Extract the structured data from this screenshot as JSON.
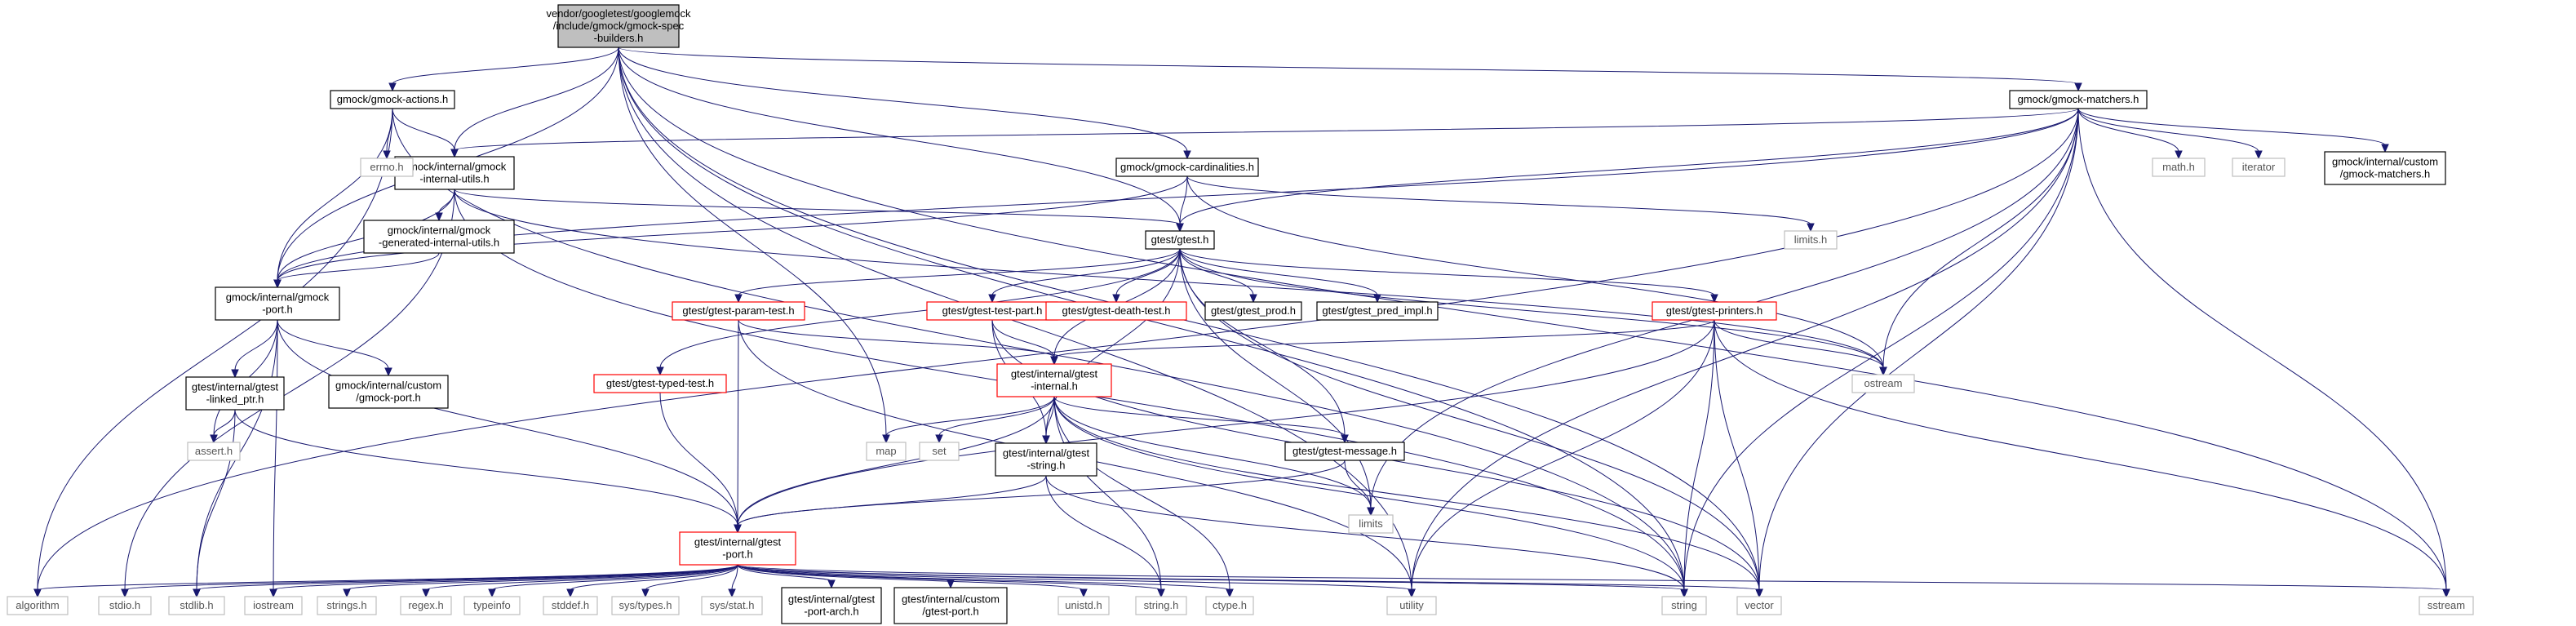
{
  "nodes": [
    {
      "id": "root",
      "lines": [
        "vendor/googletest/googlemock",
        "/include/gmock/gmock-spec",
        "-builders.h"
      ],
      "kind": "root"
    },
    {
      "id": "actions",
      "lines": [
        "gmock/gmock-actions.h"
      ],
      "kind": "doc"
    },
    {
      "id": "matchers",
      "lines": [
        "gmock/gmock-matchers.h"
      ],
      "kind": "doc"
    },
    {
      "id": "internal_utils",
      "lines": [
        "gmock/internal/gmock",
        "-internal-utils.h"
      ],
      "kind": "doc"
    },
    {
      "id": "cardinalities",
      "lines": [
        "gmock/gmock-cardinalities.h"
      ],
      "kind": "doc"
    },
    {
      "id": "gen_internal_utils",
      "lines": [
        "gmock/internal/gmock",
        "-generated-internal-utils.h"
      ],
      "kind": "doc"
    },
    {
      "id": "gtest_h",
      "lines": [
        "gtest/gtest.h"
      ],
      "kind": "doc"
    },
    {
      "id": "gmock_port",
      "lines": [
        "gmock/internal/gmock",
        "-port.h"
      ],
      "kind": "doc"
    },
    {
      "id": "custom_gmock_port",
      "lines": [
        "gmock/internal/custom",
        "/gmock-port.h"
      ],
      "kind": "doc"
    },
    {
      "id": "linked_ptr",
      "lines": [
        "gtest/internal/gtest",
        "-linked_ptr.h"
      ],
      "kind": "doc"
    },
    {
      "id": "param_test",
      "lines": [
        "gtest/gtest-param-test.h"
      ],
      "kind": "red"
    },
    {
      "id": "test_part",
      "lines": [
        "gtest/gtest-test-part.h"
      ],
      "kind": "red"
    },
    {
      "id": "death_test",
      "lines": [
        "gtest/gtest-death-test.h"
      ],
      "kind": "red"
    },
    {
      "id": "gtest_prod",
      "lines": [
        "gtest/gtest_prod.h"
      ],
      "kind": "doc"
    },
    {
      "id": "pred_impl",
      "lines": [
        "gtest/gtest_pred_impl.h"
      ],
      "kind": "doc"
    },
    {
      "id": "printers",
      "lines": [
        "gtest/gtest-printers.h"
      ],
      "kind": "red"
    },
    {
      "id": "typed_test",
      "lines": [
        "gtest/gtest-typed-test.h"
      ],
      "kind": "red"
    },
    {
      "id": "gtest_internal",
      "lines": [
        "gtest/internal/gtest",
        "-internal.h"
      ],
      "kind": "red"
    },
    {
      "id": "gtest_string",
      "lines": [
        "gtest/internal/gtest",
        "-string.h"
      ],
      "kind": "doc"
    },
    {
      "id": "gtest_message",
      "lines": [
        "gtest/gtest-message.h"
      ],
      "kind": "doc"
    },
    {
      "id": "gtest_port",
      "lines": [
        "gtest/internal/gtest",
        "-port.h"
      ],
      "kind": "red"
    },
    {
      "id": "port_arch",
      "lines": [
        "gtest/internal/gtest",
        "-port-arch.h"
      ],
      "kind": "doc"
    },
    {
      "id": "custom_gtest_port",
      "lines": [
        "gtest/internal/custom",
        "/gtest-port.h"
      ],
      "kind": "doc"
    },
    {
      "id": "custom_matchers",
      "lines": [
        "gmock/internal/custom",
        "/gmock-matchers.h"
      ],
      "kind": "doc"
    },
    {
      "id": "errno",
      "lines": [
        "errno.h"
      ],
      "kind": "sys"
    },
    {
      "id": "math",
      "lines": [
        "math.h"
      ],
      "kind": "sys"
    },
    {
      "id": "iterator",
      "lines": [
        "iterator"
      ],
      "kind": "sys"
    },
    {
      "id": "limits_h",
      "lines": [
        "limits.h"
      ],
      "kind": "sys"
    },
    {
      "id": "ostream",
      "lines": [
        "ostream"
      ],
      "kind": "sys"
    },
    {
      "id": "assert",
      "lines": [
        "assert.h"
      ],
      "kind": "sys"
    },
    {
      "id": "map",
      "lines": [
        "map"
      ],
      "kind": "sys"
    },
    {
      "id": "set",
      "lines": [
        "set"
      ],
      "kind": "sys"
    },
    {
      "id": "limits",
      "lines": [
        "limits"
      ],
      "kind": "sys"
    },
    {
      "id": "algorithm",
      "lines": [
        "algorithm"
      ],
      "kind": "sys"
    },
    {
      "id": "stdio",
      "lines": [
        "stdio.h"
      ],
      "kind": "sys"
    },
    {
      "id": "stdlib",
      "lines": [
        "stdlib.h"
      ],
      "kind": "sys"
    },
    {
      "id": "iostream",
      "lines": [
        "iostream"
      ],
      "kind": "sys"
    },
    {
      "id": "strings",
      "lines": [
        "strings.h"
      ],
      "kind": "sys"
    },
    {
      "id": "regex",
      "lines": [
        "regex.h"
      ],
      "kind": "sys"
    },
    {
      "id": "typeinfo",
      "lines": [
        "typeinfo"
      ],
      "kind": "sys"
    },
    {
      "id": "stddef",
      "lines": [
        "stddef.h"
      ],
      "kind": "sys"
    },
    {
      "id": "sys_types",
      "lines": [
        "sys/types.h"
      ],
      "kind": "sys"
    },
    {
      "id": "sys_stat",
      "lines": [
        "sys/stat.h"
      ],
      "kind": "sys"
    },
    {
      "id": "unistd",
      "lines": [
        "unistd.h"
      ],
      "kind": "sys"
    },
    {
      "id": "string_h",
      "lines": [
        "string.h"
      ],
      "kind": "sys"
    },
    {
      "id": "ctype",
      "lines": [
        "ctype.h"
      ],
      "kind": "sys"
    },
    {
      "id": "utility",
      "lines": [
        "utility"
      ],
      "kind": "sys"
    },
    {
      "id": "string",
      "lines": [
        "string"
      ],
      "kind": "sys"
    },
    {
      "id": "vector",
      "lines": [
        "vector"
      ],
      "kind": "sys"
    },
    {
      "id": "sstream",
      "lines": [
        "sstream"
      ],
      "kind": "sys"
    }
  ],
  "edges": [
    [
      "root",
      "actions"
    ],
    [
      "root",
      "matchers"
    ],
    [
      "root",
      "internal_utils"
    ],
    [
      "root",
      "cardinalities"
    ],
    [
      "root",
      "gtest_h"
    ],
    [
      "root",
      "gmock_port"
    ],
    [
      "root",
      "map"
    ],
    [
      "root",
      "utility"
    ],
    [
      "root",
      "string"
    ],
    [
      "root",
      "vector"
    ],
    [
      "root",
      "sstream"
    ],
    [
      "actions",
      "errno"
    ],
    [
      "actions",
      "internal_utils"
    ],
    [
      "actions",
      "gmock_port"
    ],
    [
      "actions",
      "algorithm"
    ],
    [
      "actions",
      "string"
    ],
    [
      "matchers",
      "internal_utils"
    ],
    [
      "matchers",
      "gtest_h"
    ],
    [
      "matchers",
      "gmock_port"
    ],
    [
      "matchers",
      "math"
    ],
    [
      "matchers",
      "iterator"
    ],
    [
      "matchers",
      "custom_matchers"
    ],
    [
      "matchers",
      "ostream"
    ],
    [
      "matchers",
      "limits"
    ],
    [
      "matchers",
      "utility"
    ],
    [
      "matchers",
      "string"
    ],
    [
      "matchers",
      "vector"
    ],
    [
      "matchers",
      "sstream"
    ],
    [
      "matchers",
      "algorithm"
    ],
    [
      "internal_utils",
      "gen_internal_utils"
    ],
    [
      "internal_utils",
      "gmock_port"
    ],
    [
      "internal_utils",
      "gtest_h"
    ],
    [
      "internal_utils",
      "stdio"
    ],
    [
      "internal_utils",
      "ostream"
    ],
    [
      "internal_utils",
      "string"
    ],
    [
      "cardinalities",
      "gtest_h"
    ],
    [
      "cardinalities",
      "gmock_port"
    ],
    [
      "cardinalities",
      "limits_h"
    ],
    [
      "cardinalities",
      "ostream"
    ],
    [
      "gen_internal_utils",
      "gmock_port"
    ],
    [
      "gmock_port",
      "custom_gmock_port"
    ],
    [
      "gmock_port",
      "linked_ptr"
    ],
    [
      "gmock_port",
      "gtest_port"
    ],
    [
      "gmock_port",
      "assert"
    ],
    [
      "gmock_port",
      "stdlib"
    ],
    [
      "gmock_port",
      "iostream"
    ],
    [
      "linked_ptr",
      "assert"
    ],
    [
      "linked_ptr",
      "stdlib"
    ],
    [
      "linked_ptr",
      "gtest_port"
    ],
    [
      "gtest_h",
      "param_test"
    ],
    [
      "gtest_h",
      "test_part"
    ],
    [
      "gtest_h",
      "death_test"
    ],
    [
      "gtest_h",
      "gtest_prod"
    ],
    [
      "gtest_h",
      "pred_impl"
    ],
    [
      "gtest_h",
      "printers"
    ],
    [
      "gtest_h",
      "typed_test"
    ],
    [
      "gtest_h",
      "gtest_internal"
    ],
    [
      "gtest_h",
      "gtest_string"
    ],
    [
      "gtest_h",
      "gtest_message"
    ],
    [
      "gtest_h",
      "ostream"
    ],
    [
      "gtest_h",
      "limits"
    ],
    [
      "gtest_h",
      "vector"
    ],
    [
      "param_test",
      "gtest_internal"
    ],
    [
      "param_test",
      "gtest_port"
    ],
    [
      "param_test",
      "utility"
    ],
    [
      "test_part",
      "gtest_internal"
    ],
    [
      "test_part",
      "gtest_string"
    ],
    [
      "test_part",
      "vector"
    ],
    [
      "printers",
      "gtest_internal"
    ],
    [
      "printers",
      "gtest_port"
    ],
    [
      "printers",
      "ostream"
    ],
    [
      "printers",
      "sstream"
    ],
    [
      "printers",
      "string"
    ],
    [
      "printers",
      "utility"
    ],
    [
      "printers",
      "vector"
    ],
    [
      "typed_test",
      "gtest_port"
    ],
    [
      "gtest_internal",
      "gtest_port"
    ],
    [
      "gtest_internal",
      "gtest_message"
    ],
    [
      "gtest_internal",
      "gtest_string"
    ],
    [
      "gtest_internal",
      "map"
    ],
    [
      "gtest_internal",
      "set"
    ],
    [
      "gtest_internal",
      "limits"
    ],
    [
      "gtest_internal",
      "ctype"
    ],
    [
      "gtest_internal",
      "string_h"
    ],
    [
      "gtest_internal",
      "string"
    ],
    [
      "gtest_internal",
      "vector"
    ],
    [
      "gtest_string",
      "gtest_port"
    ],
    [
      "gtest_string",
      "string_h"
    ],
    [
      "gtest_string",
      "string"
    ],
    [
      "gtest_message",
      "gtest_port"
    ],
    [
      "gtest_message",
      "limits"
    ],
    [
      "gtest_port",
      "algorithm"
    ],
    [
      "gtest_port",
      "stdio"
    ],
    [
      "gtest_port",
      "stdlib"
    ],
    [
      "gtest_port",
      "iostream"
    ],
    [
      "gtest_port",
      "strings"
    ],
    [
      "gtest_port",
      "regex"
    ],
    [
      "gtest_port",
      "typeinfo"
    ],
    [
      "gtest_port",
      "stddef"
    ],
    [
      "gtest_port",
      "sys_types"
    ],
    [
      "gtest_port",
      "sys_stat"
    ],
    [
      "gtest_port",
      "port_arch"
    ],
    [
      "gtest_port",
      "custom_gtest_port"
    ],
    [
      "gtest_port",
      "unistd"
    ],
    [
      "gtest_port",
      "string_h"
    ],
    [
      "gtest_port",
      "ctype"
    ],
    [
      "gtest_port",
      "utility"
    ],
    [
      "gtest_port",
      "string"
    ],
    [
      "gtest_port",
      "vector"
    ],
    [
      "gtest_port",
      "sstream"
    ]
  ],
  "colors": {
    "edge": "#191970",
    "doc_border": "#000000",
    "red_border": "#ff0000",
    "sys_border": "#bfbfbf",
    "sys_text": "#555555",
    "root_fill": "#bfbfbf"
  }
}
